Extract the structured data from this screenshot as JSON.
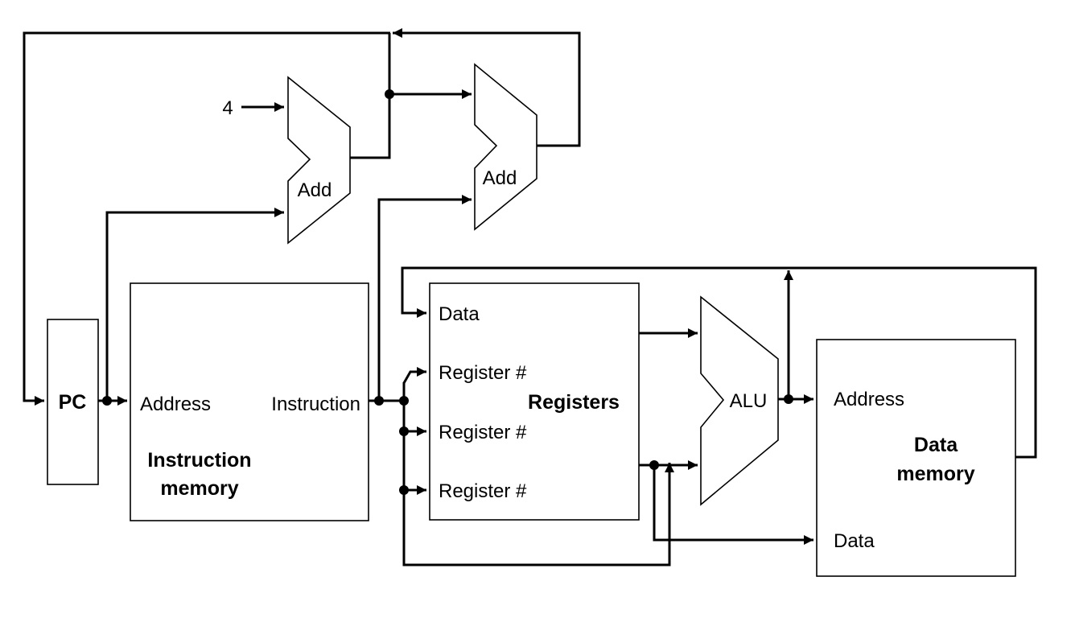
{
  "labels": {
    "pc": "PC",
    "constant_four": "4",
    "add_top": "Add",
    "add_branch": "Add",
    "imem_address": "Address",
    "imem_instruction": "Instruction",
    "imem_title_1": "Instruction",
    "imem_title_2": "memory",
    "reg_data": "Data",
    "reg_register_1": "Register #",
    "reg_register_2": "Register #",
    "reg_register_3": "Register #",
    "reg_title": "Registers",
    "alu": "ALU",
    "dmem_address": "Address",
    "dmem_data": "Data",
    "dmem_title_1": "Data",
    "dmem_title_2": "memory"
  }
}
